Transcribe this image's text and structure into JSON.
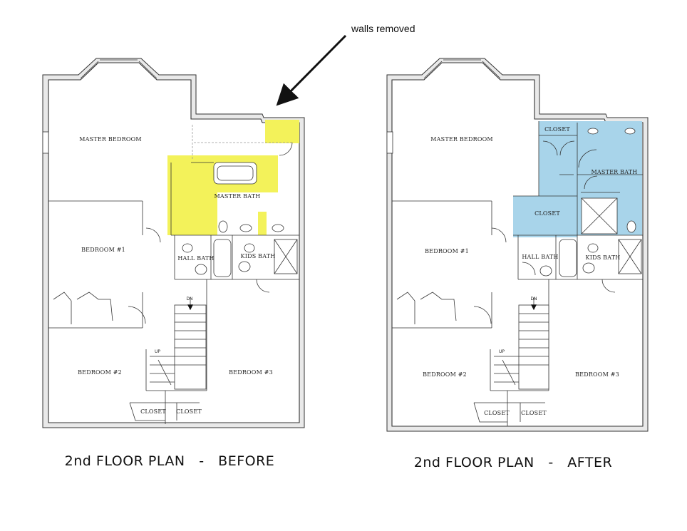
{
  "callout": {
    "text": "walls removed"
  },
  "colors": {
    "removed_highlight": "#f3f25a",
    "new_highlight": "#a8d4ea",
    "line": "#333333"
  },
  "before": {
    "caption": "2nd FLOOR PLAN   -   BEFORE",
    "rooms": {
      "master_bedroom": "MASTER BEDROOM",
      "master_bath": "MASTER BATH",
      "bedroom1": "BEDROOM #1",
      "hall_bath": "HALL BATH",
      "kids_bath": "KIDS BATH",
      "bedroom2": "BEDROOM #2",
      "bedroom3": "BEDROOM #3",
      "closet_a": "CLOSET",
      "closet_b": "CLOSET",
      "dn": "DN",
      "up": "UP"
    }
  },
  "after": {
    "caption": "2nd FLOOR PLAN   -   AFTER",
    "rooms": {
      "master_bedroom": "MASTER BEDROOM",
      "closet_top": "CLOSET",
      "master_bath": "MASTER BATH",
      "closet_new": "CLOSET",
      "bedroom1": "BEDROOM #1",
      "hall_bath": "HALL BATH",
      "kids_bath": "KIDS BATH",
      "bedroom2": "BEDROOM #2",
      "bedroom3": "BEDROOM #3",
      "closet_a": "CLOSET",
      "closet_b": "CLOSET",
      "dn": "DN",
      "up": "UP"
    }
  }
}
